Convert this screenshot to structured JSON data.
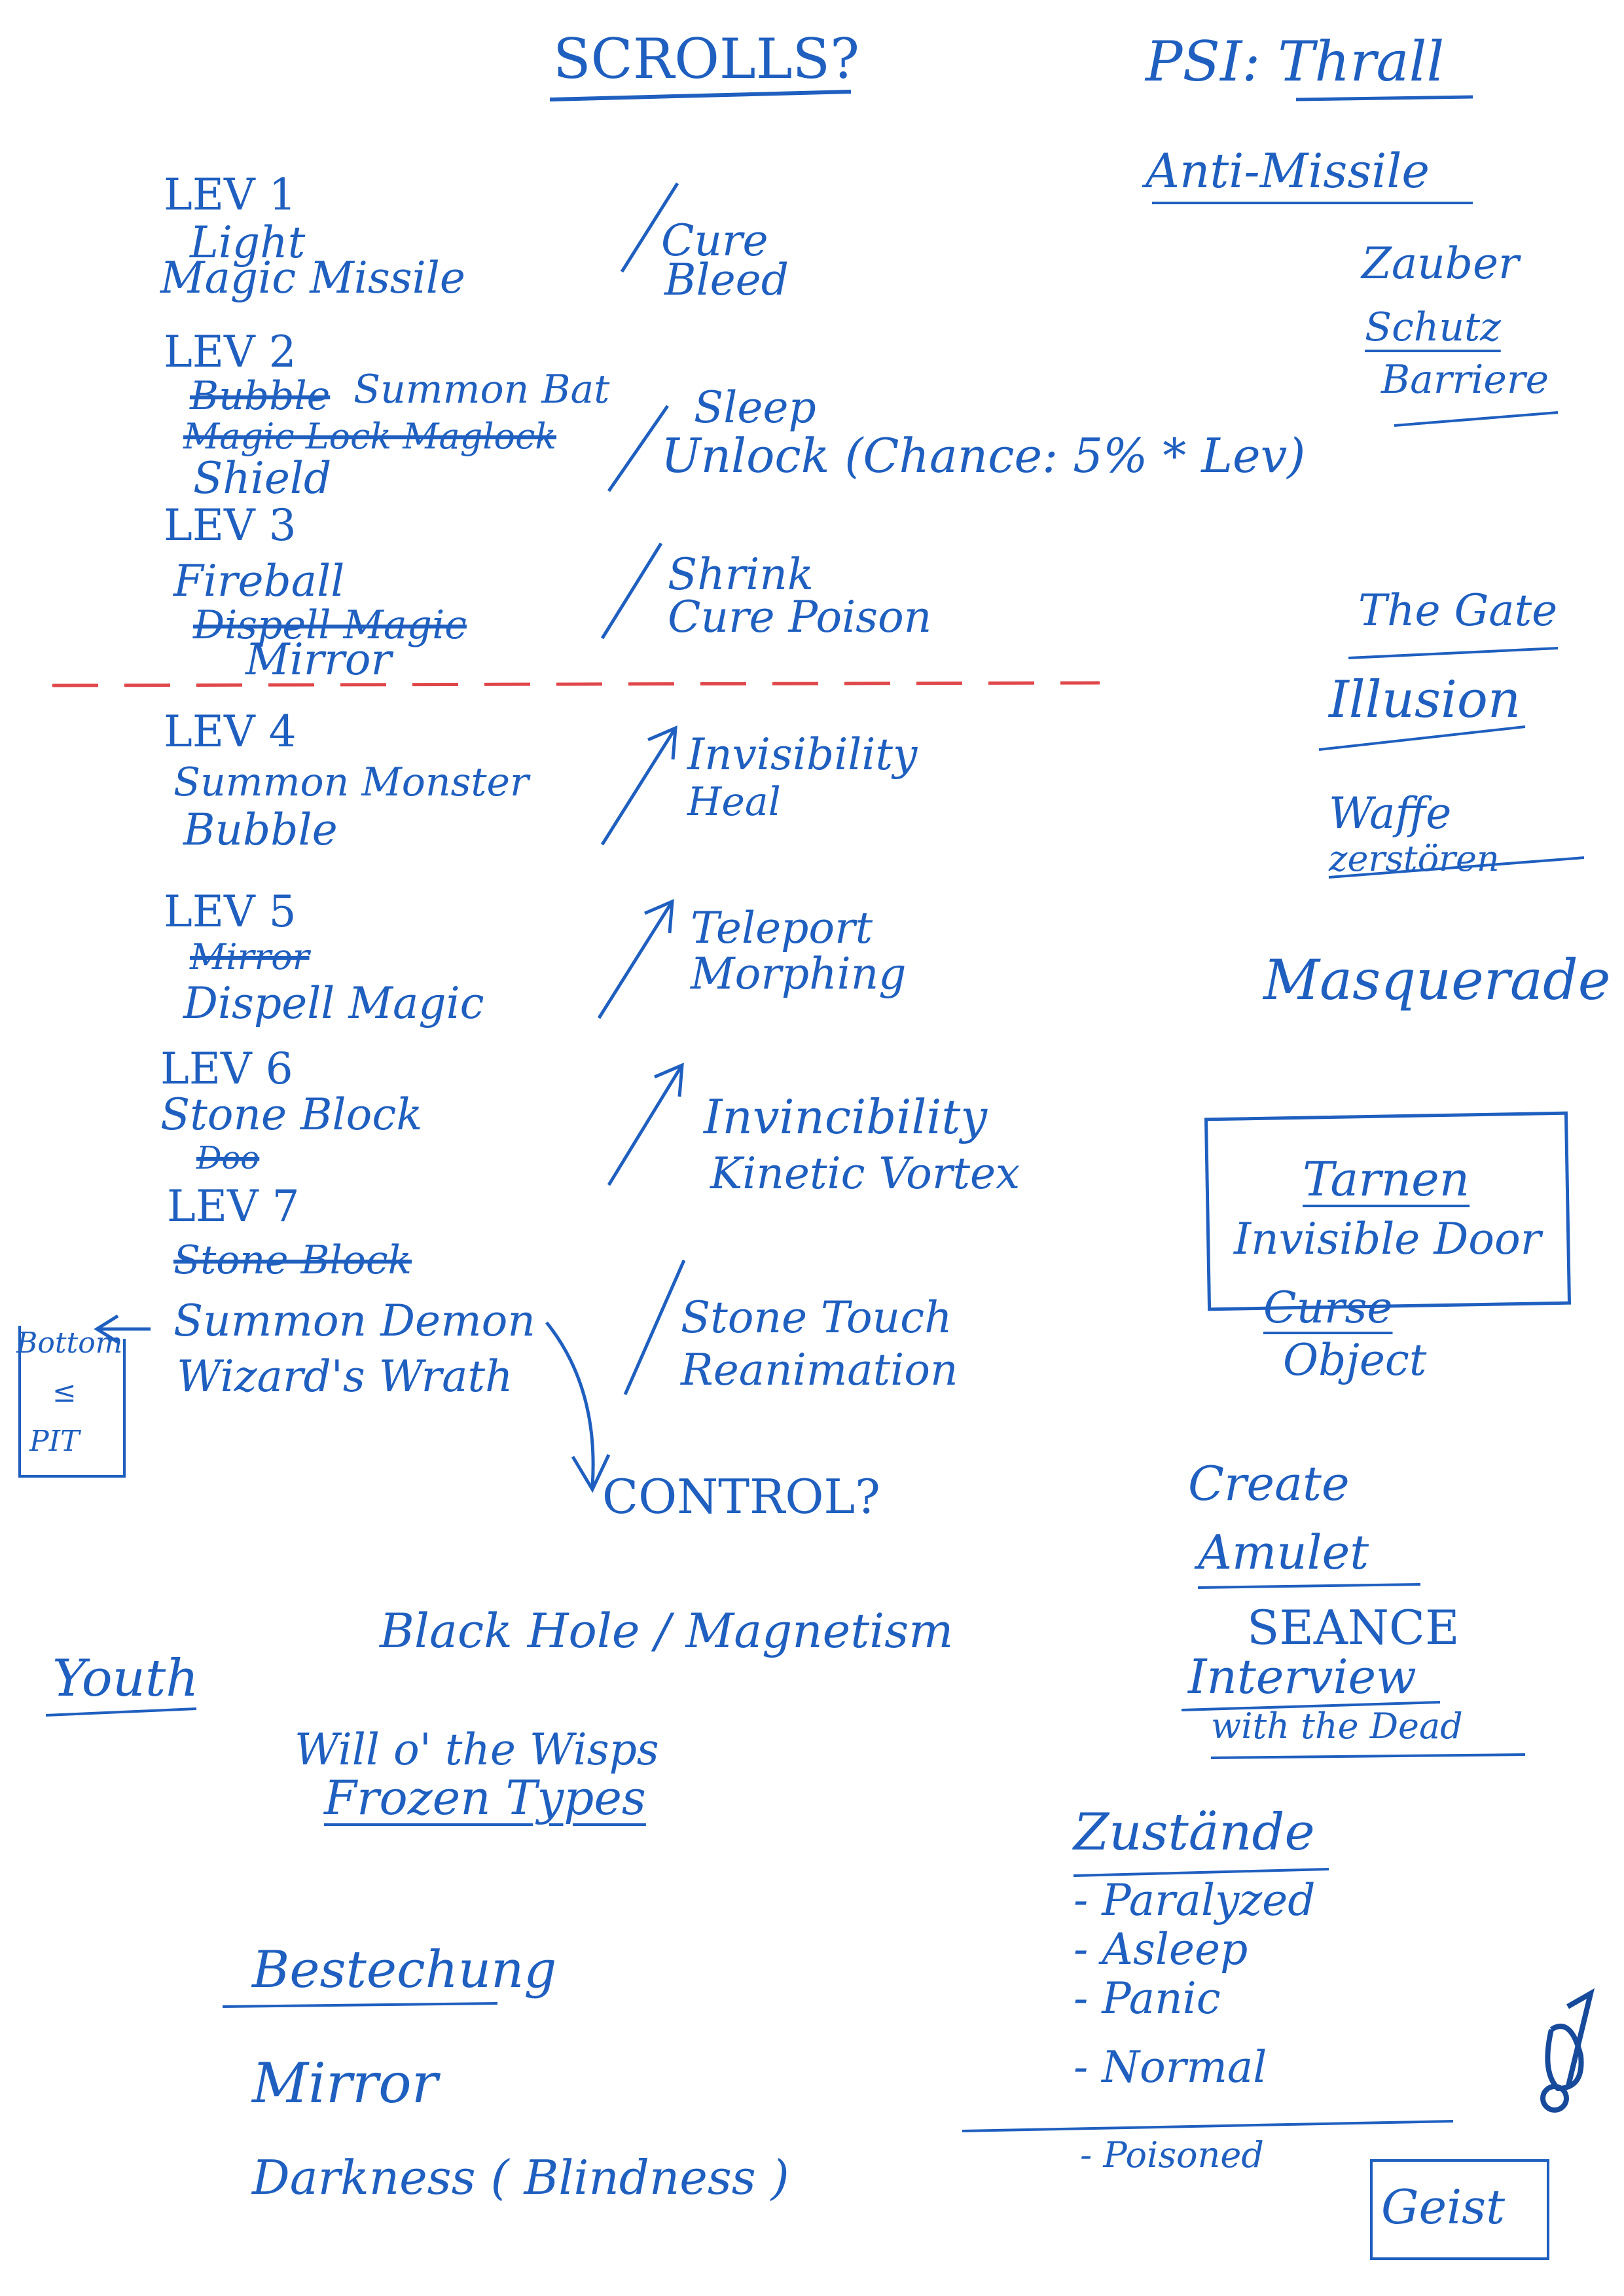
{
  "header": {
    "title": "SCROLLS?",
    "psi": "PSI: Thrall"
  },
  "levels": [
    {
      "label": "LEV 1",
      "spells": [
        "Light",
        "Magic Missile"
      ],
      "scroll": [
        "Cure",
        "Bleed"
      ]
    },
    {
      "label": "LEV 2",
      "struck": [
        "Bubble"
      ],
      "spells": [
        "Summon Bat",
        "Shield"
      ],
      "struck2": [
        "Magic Lock Maglock"
      ],
      "scroll": [
        "Sleep",
        "Unlock (Chance: 5% * Lev)"
      ]
    },
    {
      "label": "LEV 3",
      "spells": [
        "Fireball",
        "Mirror"
      ],
      "struck": [
        "Dispell Magic"
      ],
      "scroll": [
        "Shrink",
        "Cure Poison"
      ]
    },
    {
      "label": "LEV 4",
      "spells": [
        "Summon Monster",
        "Bubble"
      ],
      "scroll": [
        "Invisibility",
        "Heal"
      ]
    },
    {
      "label": "LEV 5",
      "spells": [
        "Dispell Magic"
      ],
      "struck": [
        "Mirror"
      ],
      "scroll": [
        "Teleport",
        "Morphing"
      ]
    },
    {
      "label": "LEV 6",
      "spells": [
        "Stone Block"
      ],
      "struck": [
        "Doo"
      ],
      "scroll": [
        "Invincibility",
        "Kinetic Vortex"
      ]
    },
    {
      "label": "LEV 7",
      "spells": [
        "Summon Demon",
        "Wizard's Wrath"
      ],
      "struck": [
        "Stone Block"
      ],
      "scroll": [
        "Stone Touch",
        "Reanimation"
      ]
    }
  ],
  "side_box": [
    "Bottom",
    "≤",
    "PIT"
  ],
  "control": "CONTROL?",
  "lower_left": {
    "youth": "Youth",
    "blackhole": "Black Hole / Magnetism",
    "willo": "Will o' the Wisps",
    "frozen": "Frozen Types",
    "bestechung": "Bestechung",
    "mirror": "Mirror",
    "darkness": "Darkness ( Blindness )"
  },
  "right_column": {
    "anti_missile": "Anti-Missile",
    "zauber": [
      "Zauber",
      "Schutz",
      "Barriere"
    ],
    "gate": "The Gate",
    "illusion": "Illusion",
    "waffe": [
      "Waffe",
      "zerstören"
    ],
    "masquerade": "Masquerade",
    "box": [
      "Tarnen",
      "Invisible Door"
    ],
    "curse": [
      "Curse",
      "Object"
    ],
    "create": [
      "Create",
      "Amulet"
    ],
    "seance": [
      "SEANCE",
      "Interview",
      "with the Dead"
    ],
    "zustaende_title": "Zustände",
    "zustaende": [
      "- Paralyzed",
      "- Asleep",
      "- Panic",
      "- Normal"
    ],
    "poisoned": "- Poisoned",
    "geist": "Geist"
  },
  "colors": {
    "ink": "#1f5fbf",
    "ink_dark": "#174a9a",
    "red": "#e0474a",
    "paper": "#ffffff"
  }
}
